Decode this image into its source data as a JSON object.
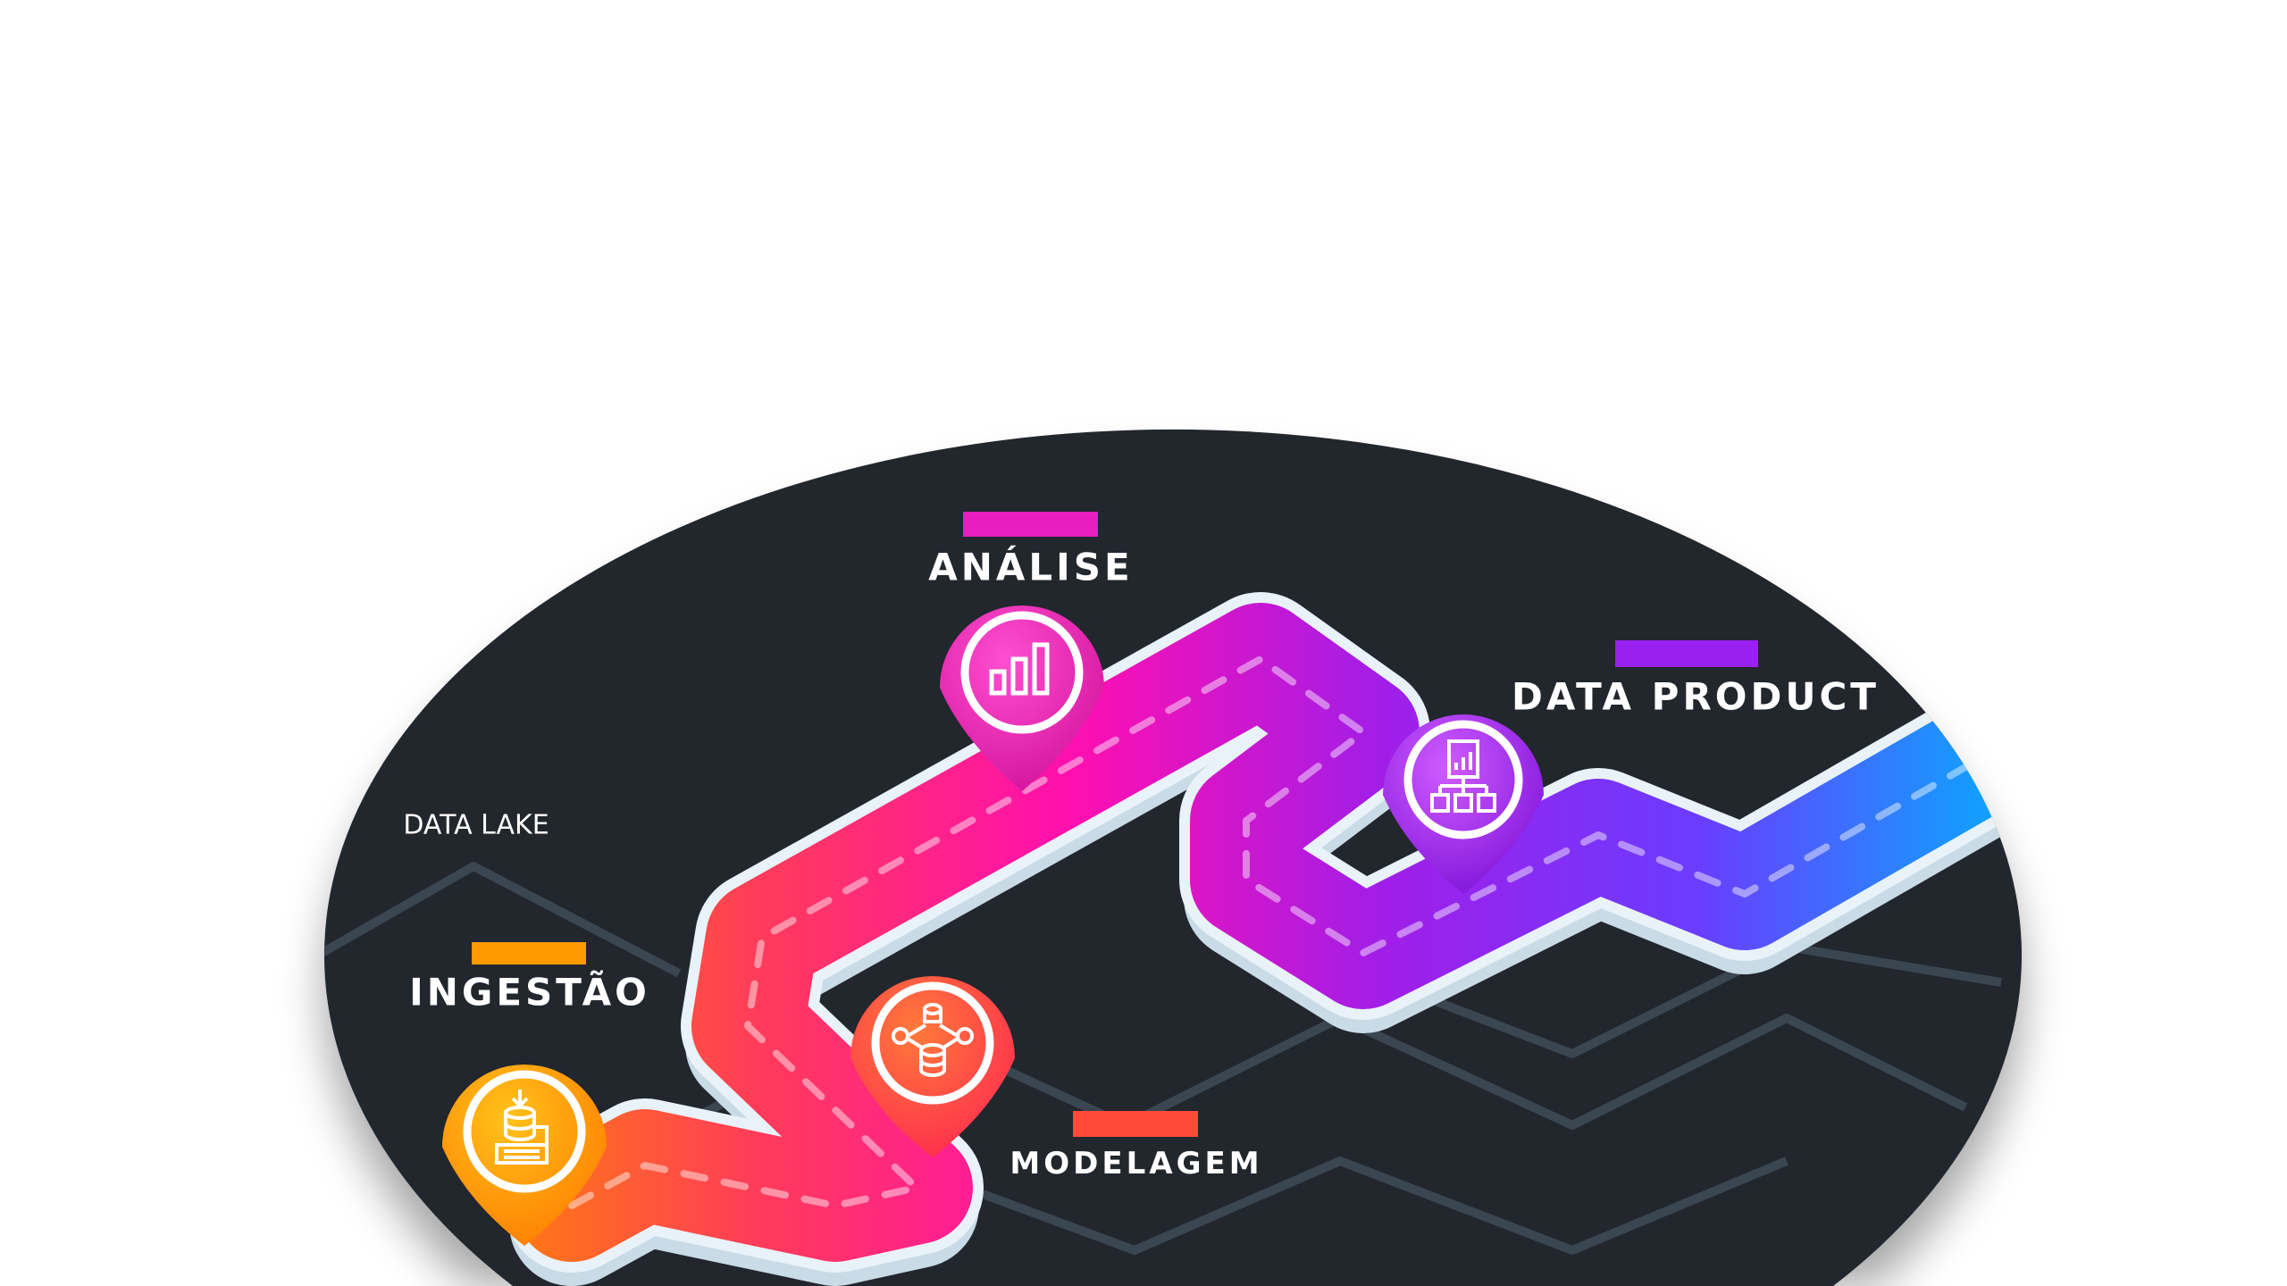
{
  "colors": {
    "background": "#ffffff",
    "disc": "#22262d",
    "wave": "#3a4650",
    "road_edge": "#dce8f0",
    "ingestao": "#ff8a00",
    "modelagem": "#ff3d4f",
    "analise": "#ff1fb0",
    "data_product": "#a11ee8",
    "end": "#11a8ff"
  },
  "labels": {
    "data_lake": "DATA LAKE",
    "ingestao": "INGESTÃO",
    "modelagem": "MODELAGEM",
    "analise": "ANÁLISE",
    "data_product": "DATA PRODUCT"
  },
  "pins": [
    {
      "stage": "ingestao",
      "icon": "database-download-keyboard-icon"
    },
    {
      "stage": "modelagem",
      "icon": "database-network-icon"
    },
    {
      "stage": "analise",
      "icon": "bar-chart-icon"
    },
    {
      "stage": "data_product",
      "icon": "document-chart-cubes-icon"
    }
  ]
}
